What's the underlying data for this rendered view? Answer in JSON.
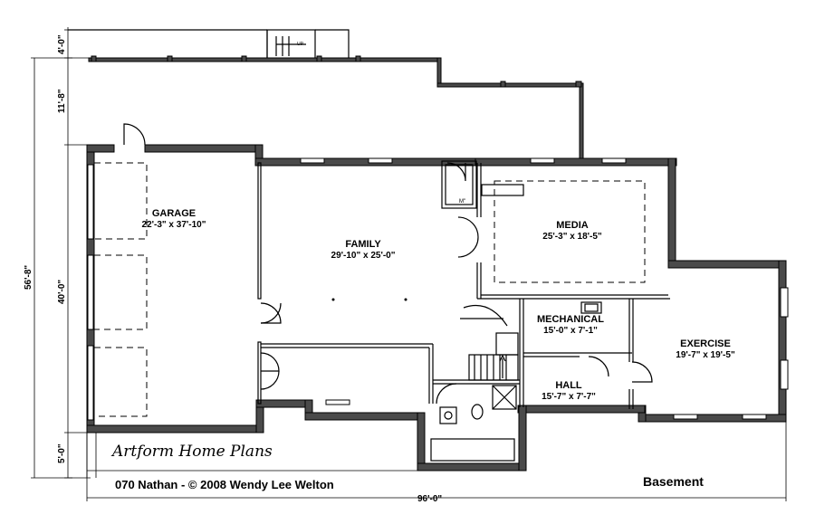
{
  "brand": "Artform Home Plans",
  "caption": "070 Nathan - © 2008 Wendy Lee Welton",
  "level": "Basement",
  "stair_label": "UP",
  "closet_label": "M\"",
  "rooms": {
    "garage": {
      "name": "GARAGE",
      "size": "22'-3\" x 37'-10\""
    },
    "family": {
      "name": "FAMILY",
      "size": "29'-10\" x 25'-0\""
    },
    "media": {
      "name": "MEDIA",
      "size": "25'-3\" x 18'-5\""
    },
    "mechanical": {
      "name": "MECHANICAL",
      "size": "15'-0\" x 7'-1\""
    },
    "exercise": {
      "name": "EXERCISE",
      "size": "19'-7\" x 19'-5\""
    },
    "hall": {
      "name": "HALL",
      "size": "15'-7\" x 7'-7\""
    }
  },
  "dimensions": {
    "overall_width": "96'-0\"",
    "overall_depth": "56'-8\"",
    "deck_top": "4'-0\"",
    "deck": "11'-8\"",
    "main": "40'-0\"",
    "bottom": "5'-0\""
  }
}
